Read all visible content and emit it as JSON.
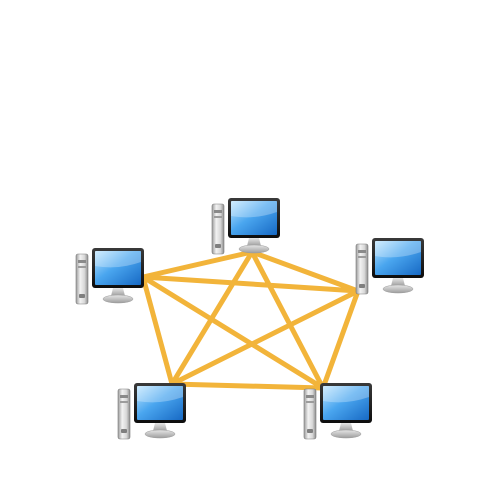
{
  "diagram": {
    "topology": "full mesh",
    "link_color": "#F2B43A",
    "nodes": [
      {
        "id": "pc-top",
        "icon": "desktop-computer-icon"
      },
      {
        "id": "pc-left",
        "icon": "desktop-computer-icon"
      },
      {
        "id": "pc-right",
        "icon": "desktop-computer-icon"
      },
      {
        "id": "pc-bottom-left",
        "icon": "desktop-computer-icon"
      },
      {
        "id": "pc-bottom-right",
        "icon": "desktop-computer-icon"
      }
    ],
    "links": [
      [
        "pc-top",
        "pc-left"
      ],
      [
        "pc-top",
        "pc-right"
      ],
      [
        "pc-top",
        "pc-bottom-left"
      ],
      [
        "pc-top",
        "pc-bottom-right"
      ],
      [
        "pc-left",
        "pc-right"
      ],
      [
        "pc-left",
        "pc-bottom-left"
      ],
      [
        "pc-left",
        "pc-bottom-right"
      ],
      [
        "pc-right",
        "pc-bottom-left"
      ],
      [
        "pc-right",
        "pc-bottom-right"
      ],
      [
        "pc-bottom-left",
        "pc-bottom-right"
      ]
    ]
  }
}
